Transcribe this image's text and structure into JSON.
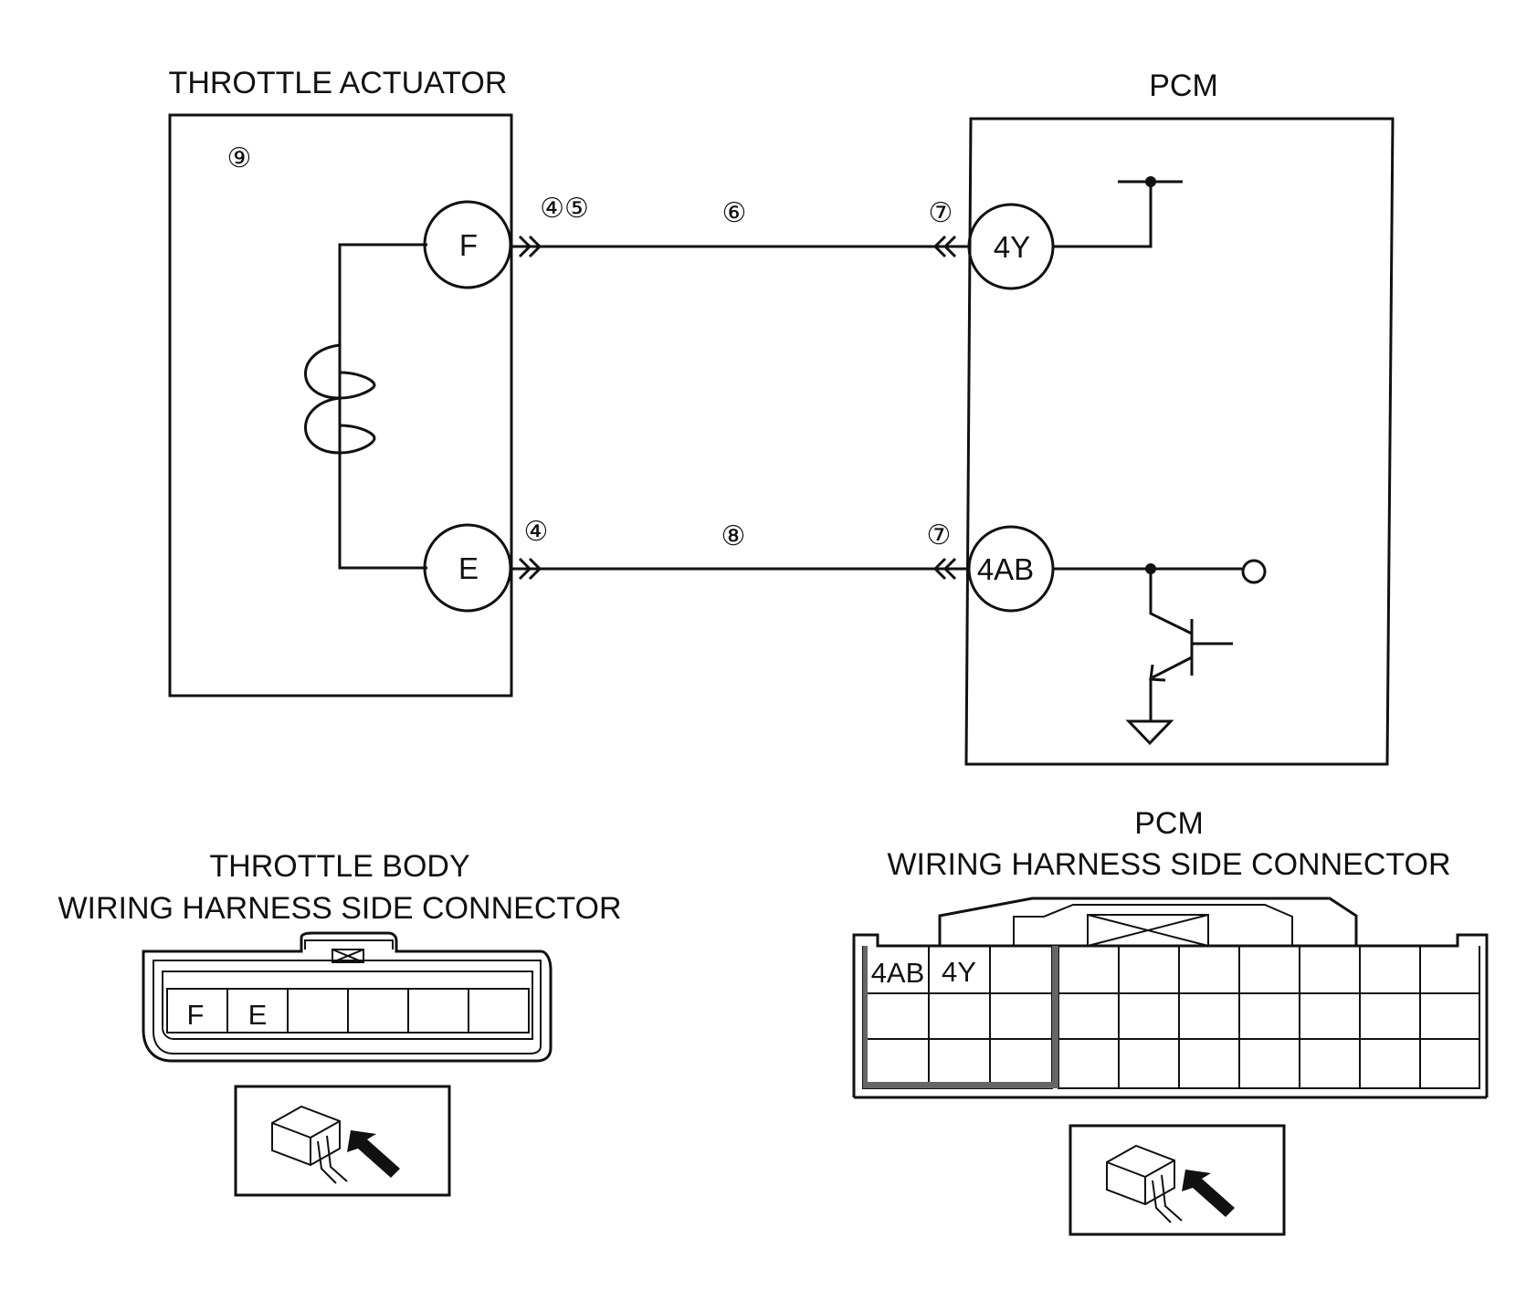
{
  "schematic": {
    "actuator_title": "THROTTLE ACTUATOR",
    "pcm_title": "PCM",
    "actuator_ref": "⑨",
    "wire_top_refs": "④⑤",
    "wire_top_mid": "⑥",
    "wire_top_pcm_ref": "⑦",
    "wire_bottom_ref": "④",
    "wire_bottom_mid": "⑧",
    "wire_bottom_pcm_ref": "⑦",
    "pins": {
      "actuator_top": "F",
      "actuator_bottom": "E",
      "pcm_top": "4Y",
      "pcm_bottom": "4AB"
    }
  },
  "throttle_connector": {
    "title_line1": "THROTTLE BODY",
    "title_line2": "WIRING HARNESS SIDE CONNECTOR",
    "terminals": [
      "F",
      "E",
      "",
      "",
      "",
      ""
    ],
    "view_icon": "harness-side-view-icon"
  },
  "pcm_connector": {
    "title_line1": "PCM",
    "title_line2": "WIRING HARNESS SIDE CONNECTOR",
    "terminal_labels": [
      "4AB",
      "4Y"
    ],
    "view_icon": "harness-side-view-icon"
  }
}
